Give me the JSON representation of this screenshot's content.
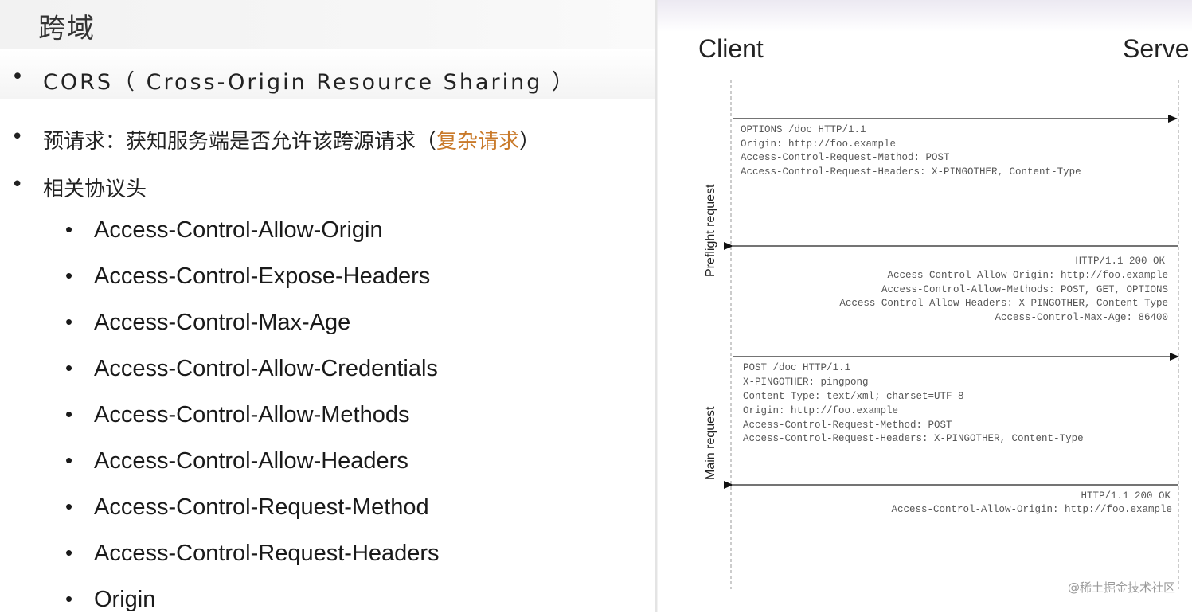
{
  "title": "跨域",
  "bullets": {
    "dot": "•",
    "cors": "CORS（  Cross-Origin  Resource  Sharing  ）",
    "prereq_main": "预请求：获知服务端是否允许该跨源请求（",
    "prereq_highlight": "复杂请求",
    "prereq_end": "）",
    "related": "相关协议头"
  },
  "headers": [
    "Access-Control-Allow-Origin",
    "Access-Control-Expose-Headers",
    "Access-Control-Max-Age",
    "Access-Control-Allow-Credentials",
    "Access-Control-Allow-Methods",
    "Access-Control-Allow-Headers",
    "Access-Control-Request-Method",
    "Access-Control-Request-Headers",
    "Origin"
  ],
  "colors": {
    "highlight": "#c97a2a"
  },
  "diagram": {
    "client": "Client",
    "server": "Serve",
    "preflight_label": "Preflight request",
    "main_label": "Main request",
    "preflight_request": [
      "OPTIONS /doc HTTP/1.1",
      "Origin:  http://foo.example",
      "Access-Control-Request-Method:  POST",
      "Access-Control-Request-Headers:  X-PINGOTHER,  Content-Type"
    ],
    "preflight_response": [
      "HTTP/1.1 200 OK",
      "Access-Control-Allow-Origin:  http://foo.example",
      "Access-Control-Allow-Methods:  POST,  GET,  OPTIONS",
      "Access-Control-Allow-Headers:  X-PINGOTHER,  Content-Type",
      "Access-Control-Max-Age:  86400"
    ],
    "main_request": [
      "POST /doc HTTP/1.1",
      "X-PINGOTHER:  pingpong",
      "Content-Type:  text/xml;  charset=UTF-8",
      "Origin:  http://foo.example",
      "Access-Control-Request-Method:  POST",
      "Access-Control-Request-Headers:  X-PINGOTHER,  Content-Type"
    ],
    "main_response": [
      "HTTP/1.1 200 OK",
      "Access-Control-Allow-Origin:  http://foo.example"
    ],
    "watermark": "@稀土掘金技术社区"
  }
}
